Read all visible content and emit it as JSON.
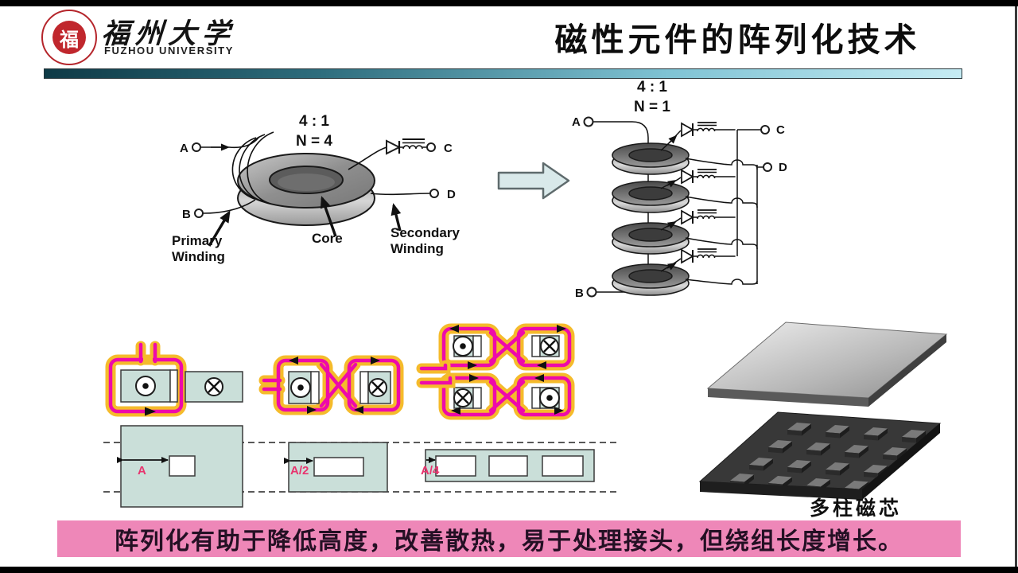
{
  "header": {
    "logo_char": "福",
    "university_cn": "福州大学",
    "university_en": "FUZHOU UNIVERSITY",
    "title": "磁性元件的阵列化技术"
  },
  "left_diagram": {
    "ratio": "4 : 1",
    "turns": "N = 4",
    "terminal_a": "A",
    "terminal_b": "B",
    "terminal_c": "C",
    "terminal_d": "D",
    "label_primary": "Primary Winding",
    "label_core": "Core",
    "label_secondary": "Secondary Winding"
  },
  "right_diagram": {
    "ratio": "4 : 1",
    "turns": "N = 1",
    "terminal_a": "A",
    "terminal_b": "B",
    "terminal_c": "C",
    "terminal_d": "D"
  },
  "cross_sections": {
    "dim_a": "A",
    "dim_a2": "A/2",
    "dim_a4": "A/4"
  },
  "core3d": {
    "caption": "多柱磁芯"
  },
  "banner": {
    "text": "阵列化有助于降低高度，改善散热，易于处理接头，但绕组长度增长。"
  },
  "colors": {
    "accent_magenta": "#ee0aaa",
    "glow_yellow": "#f5bb2b",
    "core_teal": "#cadfd9",
    "banner_pink": "#ee87b8",
    "dim_label_pink": "#e8336e",
    "rule_gradient_start": "#0e3a46",
    "rule_gradient_end": "#c6ecf4"
  }
}
